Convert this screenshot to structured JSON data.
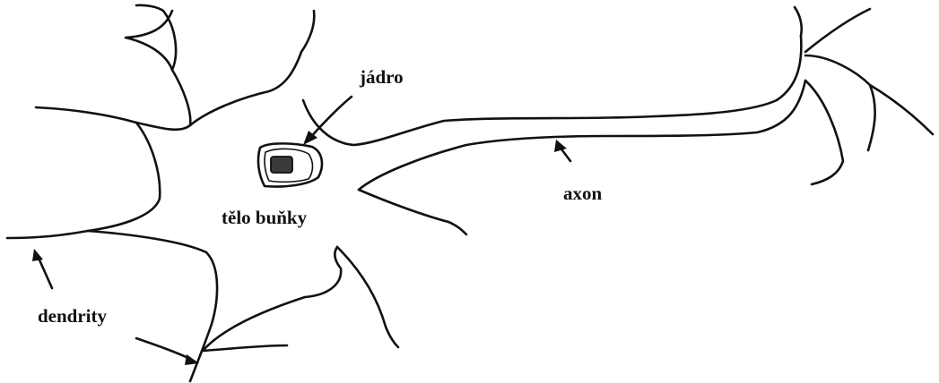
{
  "diagram": {
    "labels": {
      "nucleus": "jádro",
      "cell_body": "tělo buňky",
      "axon": "axon",
      "dendrites": "dendrity"
    },
    "colors": {
      "stroke": "#111111",
      "nucleus_fill": "#3a3a3a",
      "background": "#ffffff"
    }
  }
}
